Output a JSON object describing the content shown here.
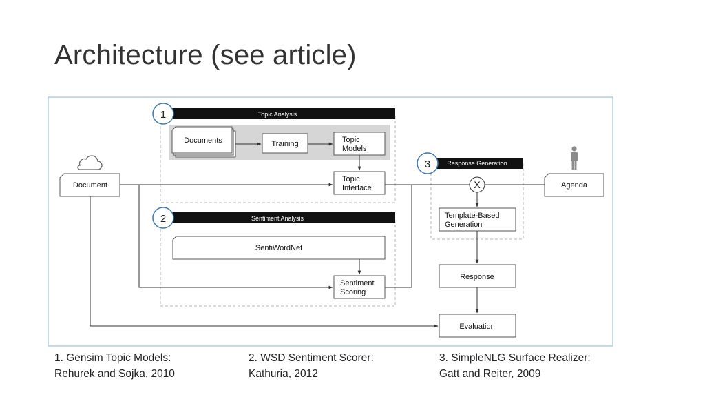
{
  "slide": {
    "title": "Architecture (see article)"
  },
  "diagram": {
    "modules": {
      "topic": {
        "number": "1",
        "title": "Topic Analysis"
      },
      "sentiment": {
        "number": "2",
        "title": "Sentiment Analysis"
      },
      "response": {
        "number": "3",
        "title": "Response Generation"
      }
    },
    "nodes": {
      "document": "Document",
      "documents": "Documents",
      "training": "Training",
      "topic_models": [
        "Topic",
        "Models"
      ],
      "topic_interface": [
        "Topic",
        "Interface"
      ],
      "sentiwordnet": "SentiWordNet",
      "sentiment_scoring": [
        "Sentiment",
        "Scoring"
      ],
      "combine": "X",
      "template_generation": [
        "Template-Based",
        "Generation"
      ],
      "agenda": "Agenda",
      "response": "Response",
      "evaluation": "Evaluation"
    },
    "icons": [
      "cloud-icon",
      "person-icon"
    ]
  },
  "references": [
    {
      "line1": "1. Gensim Topic Models:",
      "line2": "Rehurek and Sojka, 2010"
    },
    {
      "line1": "2. WSD Sentiment Scorer:",
      "line2": "Kathuria, 2012"
    },
    {
      "line1": "3. SimpleNLG Surface Realizer:",
      "line2": "Gatt and Reiter, 2009"
    }
  ]
}
